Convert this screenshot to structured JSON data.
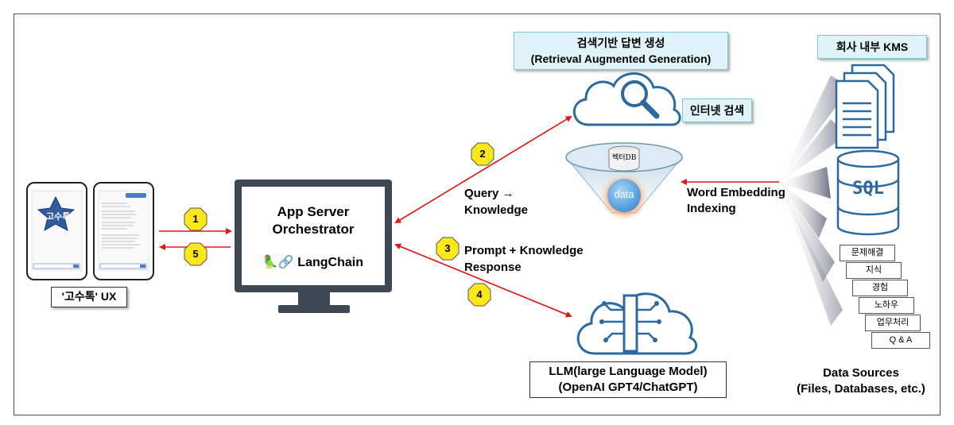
{
  "rag": {
    "title_ko": "검색기반 답변 생성",
    "title_en": "(Retrieval Augmented Generation)"
  },
  "kms": {
    "title": "회사 내부 KMS"
  },
  "internet_search": "인터넷 검색",
  "vector_db": {
    "label": "벡터DB",
    "data": "data"
  },
  "word_embedding": {
    "line1": "Word Embedding",
    "line2": "Indexing"
  },
  "query_knowledge": {
    "line1": "Query →",
    "line2": "Knowledge"
  },
  "prompt_knowledge": {
    "line1": "Prompt + Knowledge",
    "line2": "Response"
  },
  "server": {
    "line1": "App Server",
    "line2": "Orchestrator",
    "langchain": "LangChain",
    "emoji": "🦜🔗"
  },
  "ux": {
    "label": "'고수톡' UX",
    "app_name": "고수톡"
  },
  "llm": {
    "line1": "LLM(large Language Model)",
    "line2": "(OpenAI GPT4/ChatGPT)"
  },
  "data_sources": {
    "line1": "Data Sources",
    "line2": "(Files, Databases, etc.)"
  },
  "sql_label": "SQL",
  "docs": [
    "문제해결",
    "지식",
    "경험",
    "노하우",
    "업무처리",
    "Q & A"
  ],
  "steps": [
    "1",
    "2",
    "3",
    "4",
    "5"
  ],
  "colors": {
    "arrow": "#e01818",
    "badge": "#ffe81a",
    "box_bg": "#dff3f8",
    "icon_blue": "#2a6aa0",
    "monitor": "#3d4855"
  },
  "icons": [
    "cloud-search-icon",
    "funnel-icon",
    "document-icon",
    "database-icon",
    "monitor-icon",
    "cloud-circuit-icon",
    "phone-icon"
  ]
}
